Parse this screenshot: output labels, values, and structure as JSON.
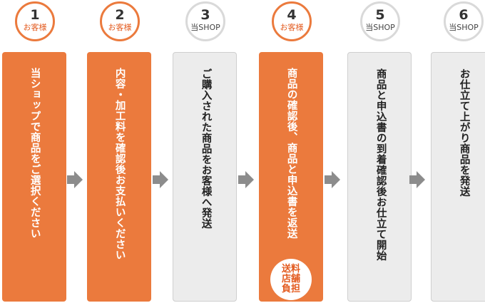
{
  "steps": [
    {
      "number": "1",
      "who": "お客様",
      "type": "customer",
      "text": "当ショップで商品をご選択ください"
    },
    {
      "number": "2",
      "who": "お客様",
      "type": "customer",
      "text": "内容・加工料を確認後お支払いください"
    },
    {
      "number": "3",
      "who": "当SHOP",
      "type": "shop",
      "text": "ご購入された商品をお客様へ発送"
    },
    {
      "number": "4",
      "who": "お客様",
      "type": "customer",
      "text": "商品の確認後、商品と申込書を返送",
      "badge": [
        "送料",
        "店舗",
        "負担"
      ]
    },
    {
      "number": "5",
      "who": "当SHOP",
      "type": "shop",
      "text": "商品と申込書の到着確認後お仕立て開始"
    },
    {
      "number": "6",
      "who": "当SHOP",
      "type": "shop",
      "text": "お仕立て上がり商品を発送"
    }
  ],
  "colors": {
    "customer": "#eb7a3d",
    "shop": "#ececec",
    "arrow": "#8c8c8c"
  }
}
